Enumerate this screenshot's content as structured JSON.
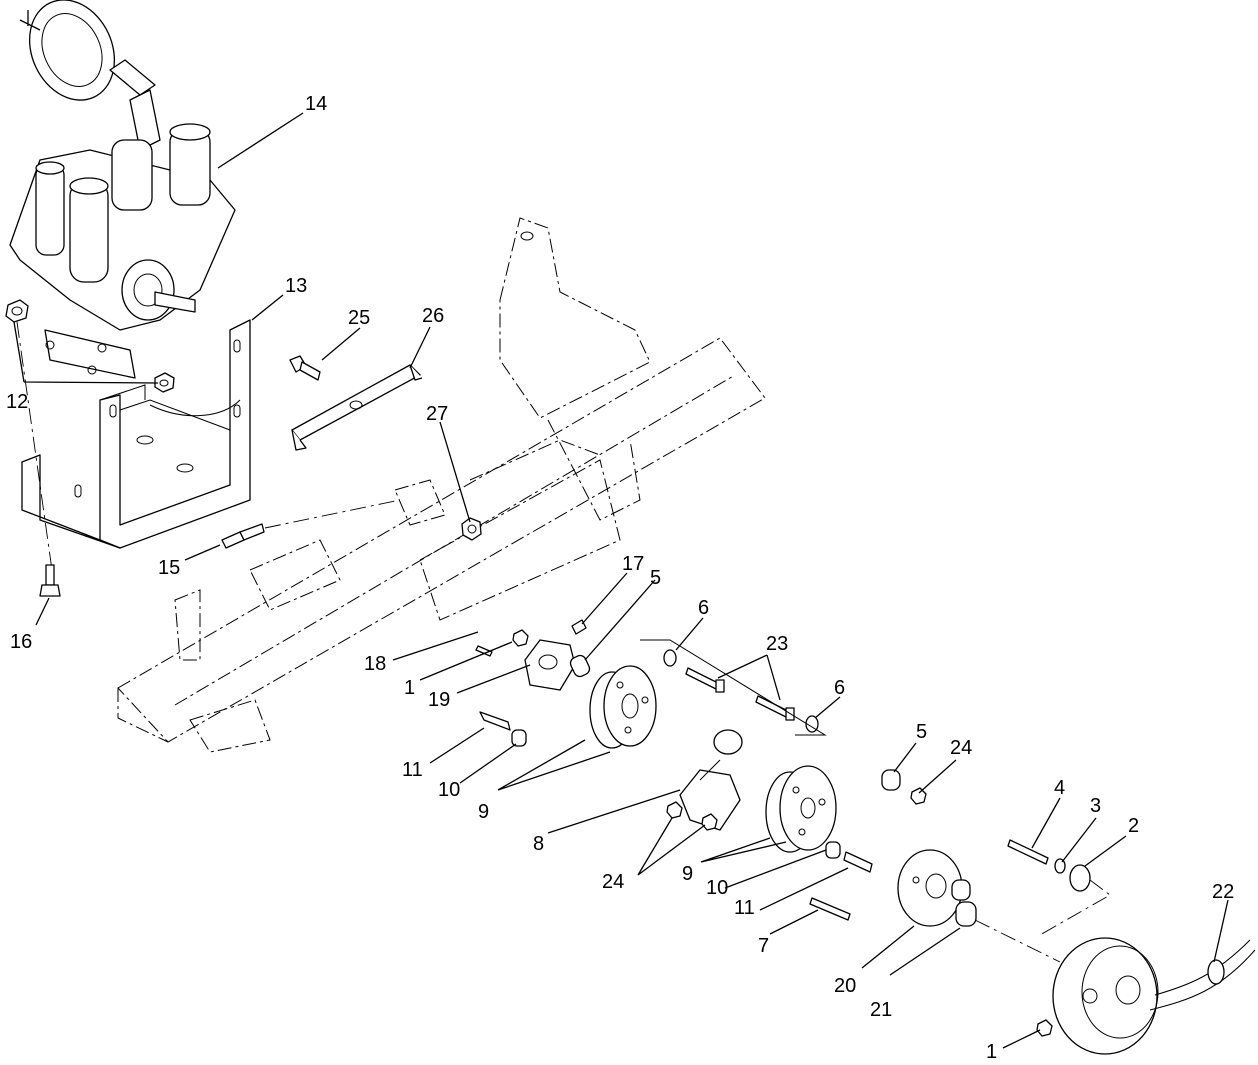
{
  "callouts": {
    "c1a": "1",
    "c1b": "1",
    "c2": "2",
    "c3": "3",
    "c4": "4",
    "c5a": "5",
    "c5b": "5",
    "c6a": "6",
    "c6b": "6",
    "c7": "7",
    "c8": "8",
    "c9a": "9",
    "c9b": "9",
    "c10a": "10",
    "c10b": "10",
    "c11a": "11",
    "c11b": "11",
    "c12": "12",
    "c13": "13",
    "c14": "14",
    "c15": "15",
    "c16": "16",
    "c17": "17",
    "c18": "18",
    "c19": "19",
    "c20": "20",
    "c21": "21",
    "c22": "22",
    "c23": "23",
    "c24a": "24",
    "c24b": "24",
    "c25": "25",
    "c26": "26",
    "c27": "27"
  }
}
